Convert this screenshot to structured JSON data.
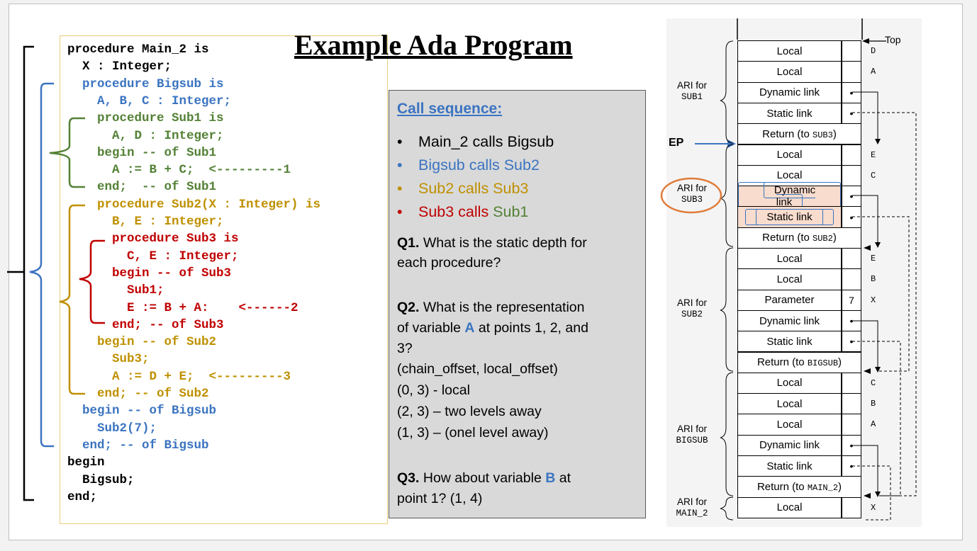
{
  "title": "Example Ada Program",
  "code_lines": [
    {
      "text": "procedure Main_2 is",
      "color": "blk"
    },
    {
      "text": "  X : Integer;",
      "color": "blk"
    },
    {
      "text": "  procedure Bigsub is",
      "color": "blu"
    },
    {
      "text": "    A, B, C : Integer;",
      "color": "blu"
    },
    {
      "text": "    procedure Sub1 is",
      "color": "grn"
    },
    {
      "text": "      A, D : Integer;",
      "color": "grn"
    },
    {
      "text": "    begin -- of Sub1",
      "color": "grn"
    },
    {
      "text": "      A := B + C;  <---------1",
      "color": "grn"
    },
    {
      "text": "    end;  -- of Sub1",
      "color": "grn"
    },
    {
      "text": "    procedure Sub2(X : Integer) is",
      "color": "yel"
    },
    {
      "text": "      B, E : Integer;",
      "color": "yel"
    },
    {
      "text": "      procedure Sub3 is",
      "color": "red"
    },
    {
      "text": "        C, E : Integer;",
      "color": "red"
    },
    {
      "text": "      begin -- of Sub3",
      "color": "red"
    },
    {
      "text": "        Sub1;",
      "color": "red"
    },
    {
      "text": "        E := B + A:    <------2",
      "color": "red"
    },
    {
      "text": "      end; -- of Sub3",
      "color": "red"
    },
    {
      "text": "    begin -- of Sub2",
      "color": "yel"
    },
    {
      "text": "      Sub3;",
      "color": "yel"
    },
    {
      "text": "      A := D + E;  <---------3",
      "color": "yel"
    },
    {
      "text": "    end; -- of Sub2",
      "color": "yel"
    },
    {
      "text": "  begin -- of Bigsub",
      "color": "blu"
    },
    {
      "text": "    Sub2(7);",
      "color": "blu"
    },
    {
      "text": "  end; -- of Bigsub",
      "color": "blu"
    },
    {
      "text": "begin",
      "color": "blk"
    },
    {
      "text": "  Bigsub;",
      "color": "blk"
    },
    {
      "text": "end;",
      "color": "blk"
    }
  ],
  "call_box": {
    "heading": "Call sequence:",
    "b1": "Main_2 calls Bigsub",
    "b2": "Bigsub calls Sub2",
    "b3": "Sub2 calls Sub3",
    "b4a": "Sub3 calls ",
    "b4b": "Sub1",
    "q1_label": "Q1.",
    "q1_l1": " What is the static depth for",
    "q1_l2": "each procedure?",
    "q2_label": "Q2.",
    "q2_l1": " What is the representation",
    "q2_l2a": "of variable ",
    "q2_l2b": "A",
    "q2_l2c": " at points 1, 2, and",
    "q2_l3": "3?",
    "q2_l4": "(chain_offset, local_offset)",
    "q2_l5": "(0, 3) - local",
    "q2_l6": "(2, 3) – two levels away",
    "q2_l7": "(1, 3) – (onel level away)",
    "q3_label": "Q3.",
    "q3_l1a": " How about variable ",
    "q3_l1b": "B",
    "q3_l1c": " at",
    "q3_l2": "point 1? (1, 4)"
  },
  "stack": {
    "top_label": "Top",
    "ep_label": "EP",
    "ari_for": "ARI for",
    "ari_names": [
      "SUB1",
      "SUB3",
      "SUB2",
      "BIGSUB",
      "MAIN_2"
    ],
    "cells": [
      {
        "text": "Local",
        "val": "",
        "lab": "D"
      },
      {
        "text": "Local",
        "val": "",
        "lab": "A"
      },
      {
        "text": "Dynamic link",
        "val": "•",
        "lab": ""
      },
      {
        "text": "Static link",
        "val": "•",
        "lab": ""
      },
      {
        "text": "Return (to ",
        "mono": "SUB3",
        "tail": ")",
        "val": "",
        "lab": "",
        "wide": true
      },
      {
        "text": "Local",
        "val": "",
        "lab": "E"
      },
      {
        "text": "Local",
        "val": "",
        "lab": "C"
      },
      {
        "text": "Dynamic link",
        "val": "•",
        "lab": "",
        "pink": true
      },
      {
        "text": "Static link",
        "val": "•",
        "lab": "",
        "pink": true
      },
      {
        "text": "Return (to ",
        "mono": "SUB2",
        "tail": ")",
        "val": "",
        "lab": "",
        "wide": true
      },
      {
        "text": "Local",
        "val": "",
        "lab": "E"
      },
      {
        "text": "Local",
        "val": "",
        "lab": "B"
      },
      {
        "text": "Parameter",
        "val": "7",
        "lab": "X"
      },
      {
        "text": "Dynamic link",
        "val": "•",
        "lab": ""
      },
      {
        "text": "Static link",
        "val": "•",
        "lab": ""
      },
      {
        "text": "Return (to ",
        "mono": "BIGSUB",
        "tail": ")",
        "val": "",
        "lab": "",
        "wide": true
      },
      {
        "text": "Local",
        "val": "",
        "lab": "C"
      },
      {
        "text": "Local",
        "val": "",
        "lab": "B"
      },
      {
        "text": "Local",
        "val": "",
        "lab": "A"
      },
      {
        "text": "Dynamic link",
        "val": "•",
        "lab": ""
      },
      {
        "text": "Static link",
        "val": "•",
        "lab": ""
      },
      {
        "text": "Return (to ",
        "mono": "MAIN_2",
        "tail": ")",
        "val": "",
        "lab": "",
        "wide": true
      },
      {
        "text": "Local",
        "val": "",
        "lab": "X"
      }
    ]
  },
  "colors": {
    "blue": "#3b74c1",
    "green": "#538135",
    "gold": "#bf9000",
    "red": "#c00000",
    "orange": "#e07b39"
  }
}
